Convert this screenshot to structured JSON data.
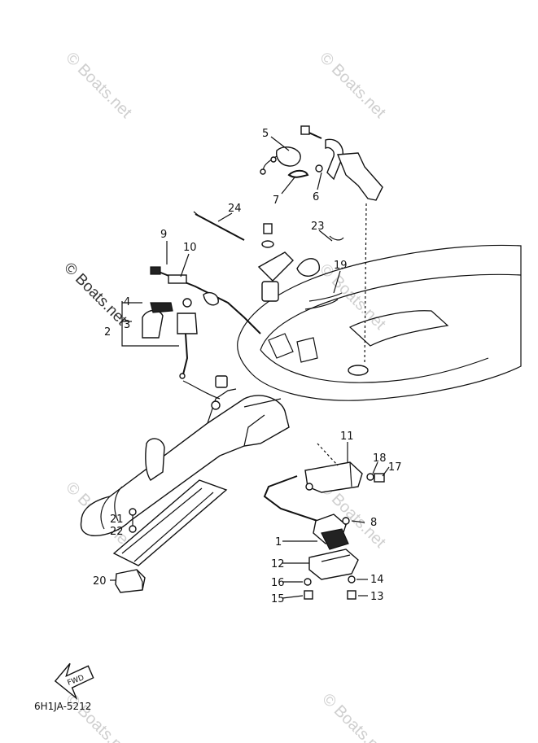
{
  "watermark": "© Boats.net",
  "drawing_code": "6H1JA-5212",
  "fwd_label": "FWD",
  "callouts": [
    {
      "id": "c1",
      "text": "1"
    },
    {
      "id": "c2",
      "text": "2"
    },
    {
      "id": "c3",
      "text": "3"
    },
    {
      "id": "c4",
      "text": "4"
    },
    {
      "id": "c5",
      "text": "5"
    },
    {
      "id": "c6",
      "text": "6"
    },
    {
      "id": "c7",
      "text": "7"
    },
    {
      "id": "c8",
      "text": "8"
    },
    {
      "id": "c9",
      "text": "9"
    },
    {
      "id": "c10",
      "text": "10"
    },
    {
      "id": "c11",
      "text": "11"
    },
    {
      "id": "c12",
      "text": "12"
    },
    {
      "id": "c13",
      "text": "13"
    },
    {
      "id": "c14",
      "text": "14"
    },
    {
      "id": "c15",
      "text": "15"
    },
    {
      "id": "c16",
      "text": "16"
    },
    {
      "id": "c17",
      "text": "17"
    },
    {
      "id": "c18",
      "text": "18"
    },
    {
      "id": "c19",
      "text": "19"
    },
    {
      "id": "c20",
      "text": "20"
    },
    {
      "id": "c21",
      "text": "21"
    },
    {
      "id": "c22",
      "text": "22"
    },
    {
      "id": "c23",
      "text": "23"
    },
    {
      "id": "c24",
      "text": "24"
    }
  ]
}
